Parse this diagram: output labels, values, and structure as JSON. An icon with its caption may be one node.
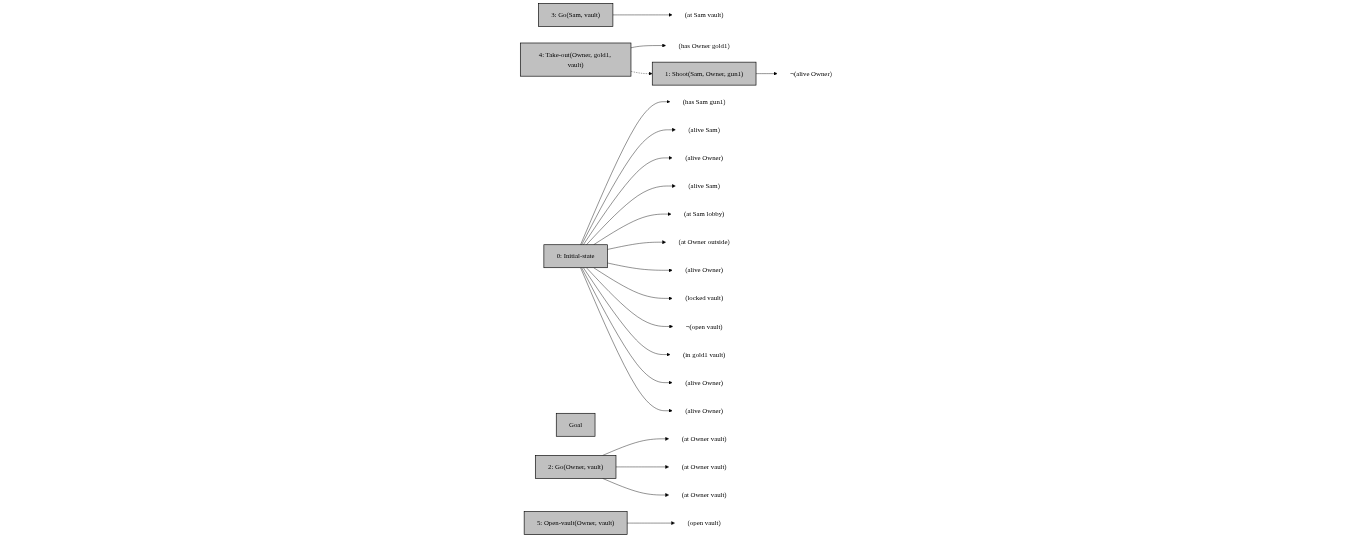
{
  "diagram": {
    "nodes": [
      {
        "text": [
          "0: Initial-state"
        ]
      },
      {
        "text": [
          "(has Sam gun1)"
        ]
      },
      {
        "text": [
          "(alive Sam)"
        ]
      },
      {
        "text": [
          "(alive Owner)"
        ]
      },
      {
        "text": [
          "(alive Sam)"
        ]
      },
      {
        "text": [
          "(at Sam lobby)"
        ]
      },
      {
        "text": [
          "(at Sam vault)"
        ]
      },
      {
        "text": [
          "(at Owner vault)"
        ]
      },
      {
        "text": [
          "3: Go(Sam, vault)"
        ]
      },
      {
        "text": [
          "1: Shoot(Sam, Owner, gun1)"
        ]
      },
      {
        "text": [
          "(at Owner outside)"
        ]
      },
      {
        "text": [
          "2: Go(Owner, vault)"
        ]
      },
      {
        "text": [
          "¬(alive Owner)"
        ]
      },
      {
        "text": [
          "Goal"
        ]
      },
      {
        "text": [
          "(alive Owner)"
        ]
      },
      {
        "text": [
          "(has Owner gold1)"
        ]
      },
      {
        "text": [
          "(at Owner vault)"
        ]
      },
      {
        "text": [
          "5: Open-vault(Owner, vault)"
        ]
      },
      {
        "text": [
          "(at Owner vault)"
        ]
      },
      {
        "text": [
          "4: Take-out(Owner, gold1, vault)"
        ]
      },
      {
        "text": [
          "(locked vault)"
        ]
      },
      {
        "text": [
          "(open vault)"
        ]
      },
      {
        "text": [
          "¬(open vault)"
        ]
      },
      {
        "text": [
          "(in gold1 vault)"
        ]
      },
      {
        "text": [
          "(alive Owner)"
        ]
      },
      {
        "text": [
          "(alive Owner)"
        ]
      }
    ],
    "edges": [
      {
        "from": 0,
        "to": 1,
        "arrow": "to"
      },
      {
        "from": 0,
        "to": 2,
        "arrow": "to"
      },
      {
        "from": 0,
        "to": 3,
        "arrow": "to"
      },
      {
        "from": 0,
        "to": 4,
        "arrow": "to"
      },
      {
        "from": 0,
        "to": 5,
        "arrow": "to"
      },
      {
        "from": 8,
        "to": 6,
        "arrow": "to"
      },
      {
        "from": 11,
        "to": 7,
        "arrow": "to"
      },
      {
        "from": 0,
        "to": 10,
        "arrow": "to"
      },
      {
        "from": 0,
        "to": 14,
        "arrow": "to"
      },
      {
        "from": 9,
        "to": 12,
        "arrow": "to"
      },
      {
        "from": 19,
        "to": 15,
        "arrow": "to"
      },
      {
        "from": 11,
        "to": 16,
        "arrow": "to"
      },
      {
        "from": 11,
        "to": 18,
        "arrow": "to"
      },
      {
        "from": 19,
        "to": 9,
        "arrow": "to",
        "style": "dashed"
      },
      {
        "from": 0,
        "to": 20,
        "arrow": "to"
      },
      {
        "from": 17,
        "to": 21,
        "arrow": "to"
      },
      {
        "from": 0,
        "to": 22,
        "arrow": "to"
      },
      {
        "from": 0,
        "to": 23,
        "arrow": "to"
      },
      {
        "from": 0,
        "to": 24,
        "arrow": "to"
      },
      {
        "from": 0,
        "to": 25,
        "arrow": "to"
      }
    ]
  }
}
